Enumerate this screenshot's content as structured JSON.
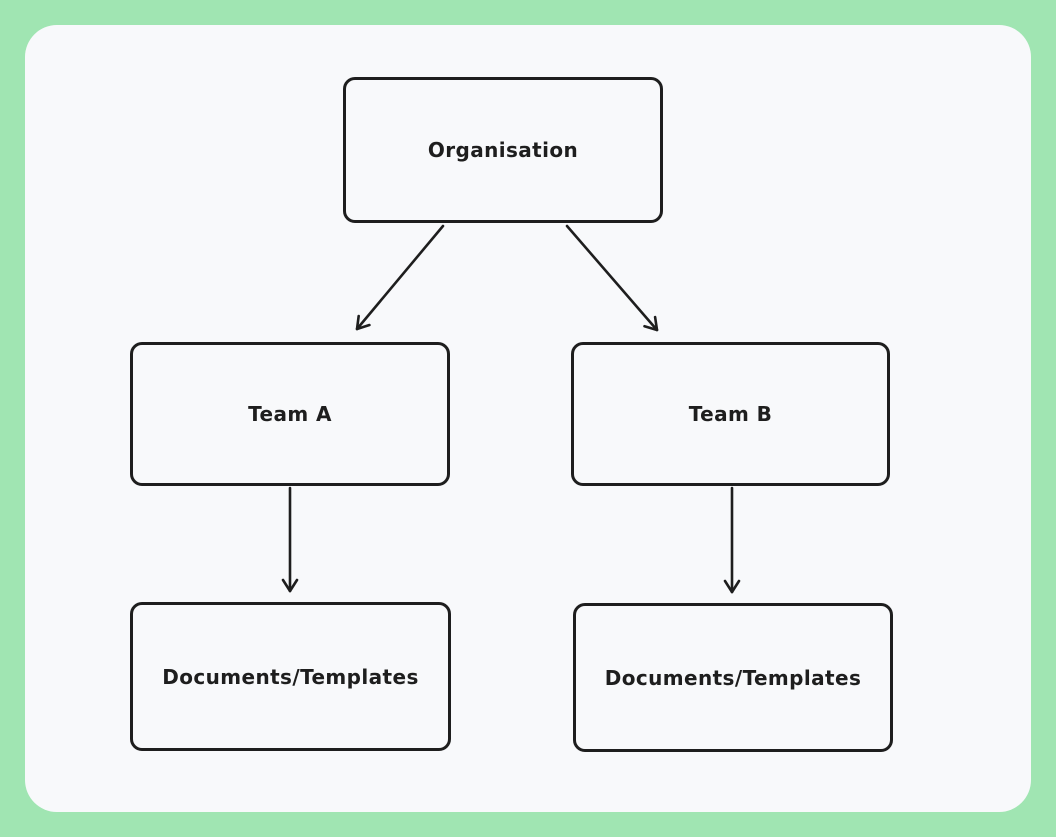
{
  "canvas": {
    "background_color": "#a0e5b2",
    "panel_color": "#f8f9fb",
    "stroke_color": "#1e1e1e"
  },
  "diagram": {
    "type": "flowchart",
    "nodes": [
      {
        "id": "organisation",
        "label": "Organisation"
      },
      {
        "id": "team-a",
        "label": "Team A"
      },
      {
        "id": "team-b",
        "label": "Team B"
      },
      {
        "id": "docs-a",
        "label": "Documents/Templates"
      },
      {
        "id": "docs-b",
        "label": "Documents/Templates"
      }
    ],
    "edges": [
      {
        "from": "organisation",
        "to": "team-a",
        "style": "arrow"
      },
      {
        "from": "organisation",
        "to": "team-b",
        "style": "arrow"
      },
      {
        "from": "team-a",
        "to": "docs-a",
        "style": "arrow"
      },
      {
        "from": "team-b",
        "to": "docs-b",
        "style": "arrow"
      }
    ]
  }
}
